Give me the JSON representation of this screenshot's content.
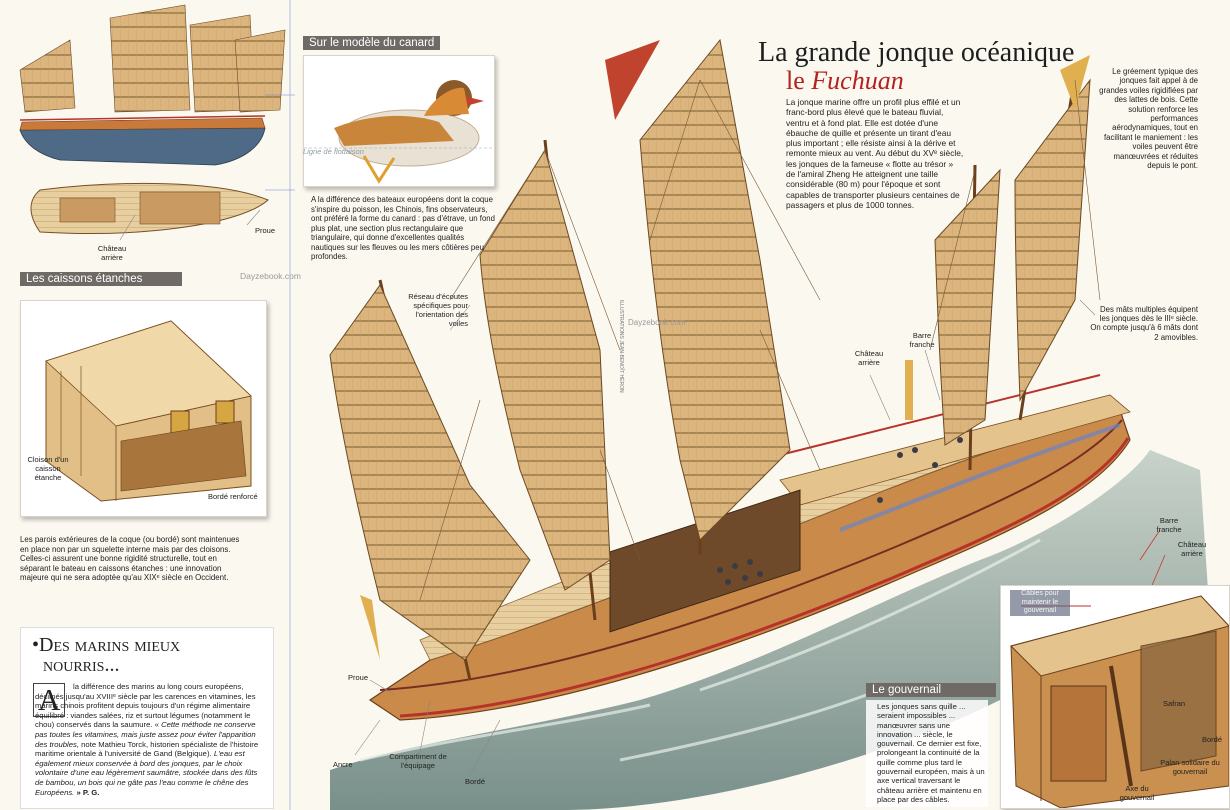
{
  "title": {
    "line1": "La grande jonque océanique",
    "line2_prefix": "le ",
    "line2_name": "Fuchuan"
  },
  "intro_text": "La jonque marine offre un profil plus effilé et un franc-bord plus élevé que le bateau fluvial, ventru et à fond plat. Elle est dotée d'une ébauche de quille et présente un tirant d'eau plus important ; elle résiste ainsi à la dérive et remonte mieux au vent. Au début du XVᵉ siècle, les jonques de la fameuse « flotte au trésor » de l'amiral Zheng He atteignent une taille considérable (80 m) pour l'époque et sont capables de transporter plusieurs centaines de passagers et plus de 1000 tonnes.",
  "rigging_text": "Le gréement typique des jonques fait appel à de grandes voiles rigidifiées par des lattes de bois. Cette solution renforce les performances aérodynamiques, tout en facilitant le maniement : les voiles peuvent être manœuvrées et réduites depuis le pont.",
  "masts_text": "Des mâts multiples équipent les jonques dès le IIIᵉ siècle. On compte jusqu'à 6 mâts dont 2 amovibles.",
  "duck_section": {
    "header": "Sur le modèle du canard",
    "waterline_label": "Ligne de flottaison",
    "text": "A la différence des bateaux européens dont la coque s'inspire du poisson, les Chinois, fins observateurs, ont préféré la forme du canard : pas d'étrave, un fond plus plat, une section plus rectangulaire que triangulaire, qui donne d'excellentes qualités nautiques sur les fleuves ou les mers côtières peu profondes."
  },
  "top_left_labels": {
    "stern": "Château arrière",
    "bow": "Proue"
  },
  "watermark": "Dayzebook.com",
  "watermark2": "Dayzebook.com",
  "credit": "ILLUSTRATIONS JEAN-BENOÎT HÉRON",
  "caissons": {
    "header": "Les caissons étanches",
    "label_bulkhead": "Cloison d'un caisson étanche",
    "label_planking": "Bordé renforcé",
    "text": "Les parois extérieures de la coque (ou bordé) sont maintenues en place non par un squelette interne mais par des cloisons. Celles-ci assurent une bonne rigidité structurelle, tout en séparant le bateau en caissons étanches : une innovation majeure qui ne sera adoptée qu'au XIXᵉ siècle en Occident."
  },
  "sailors": {
    "heading_initial": "•Des marins mieux",
    "heading_line2": "nourris...",
    "dropcap": "A",
    "text_roman": "la différence des marins au long cours européens, décimés jusqu'au XVIIIᵉ siècle par les carences en vitamines, les marins chinois profitent depuis toujours d'un régime alimentaire équilibré : viandes salées, riz et surtout légumes (notamment le chou) conservés dans la saumure. «",
    "text_italic": "Cette méthode ne conserve pas toutes les vitamines, mais juste assez pour éviter l'apparition des troubles,",
    "text_roman2": "note Mathieu Torck, historien spécialiste de l'histoire maritime orientale à l'université de Gand (Belgique).",
    "text_italic2": "L'eau est également mieux conservée à bord des jonques, par le choix volontaire d'une eau légèrement saumâtre, stockée dans des fûts de bambou, un bois qui ne gâte pas l'eau comme le chêne des Européens.",
    "signature": "» P. G."
  },
  "ship_labels": {
    "sheets": "Réseau d'écoutes spécifiques pour l'orientation des voiles",
    "stern_castle": "Château arrière",
    "tiller": "Barre franche",
    "bow": "Proue",
    "anchor": "Ancre",
    "crew": "Compartiment de l'équipage",
    "planking": "Bordé"
  },
  "rudder": {
    "header": "Le gouvernail",
    "inset_label": "Câbles pour maintenir le gouvernail",
    "text": "Les jonques sans quille ... seraient impossibles ... manœuvrer sans une innovation ... siècle, le gouvernail. Ce dernier est fixe, prolongeant la continuité de la quille comme plus tard le gouvernail européen, mais à un axe vertical traversant le château arrière et maintenu en place par des câbles.",
    "labels": {
      "tiller": "Barre franche",
      "stern": "Château arrière",
      "rudder_blade": "Safran",
      "planking": "Bordé",
      "gudgeon": "Palan solidaire du gouvernail",
      "axis": "Axe du gouvernail"
    }
  },
  "colors": {
    "accent_red": "#b52121",
    "header_gray": "#6f6a66",
    "sail": "#d9b07a",
    "hull": "#c98a4a",
    "sea": "#6f8a86"
  }
}
